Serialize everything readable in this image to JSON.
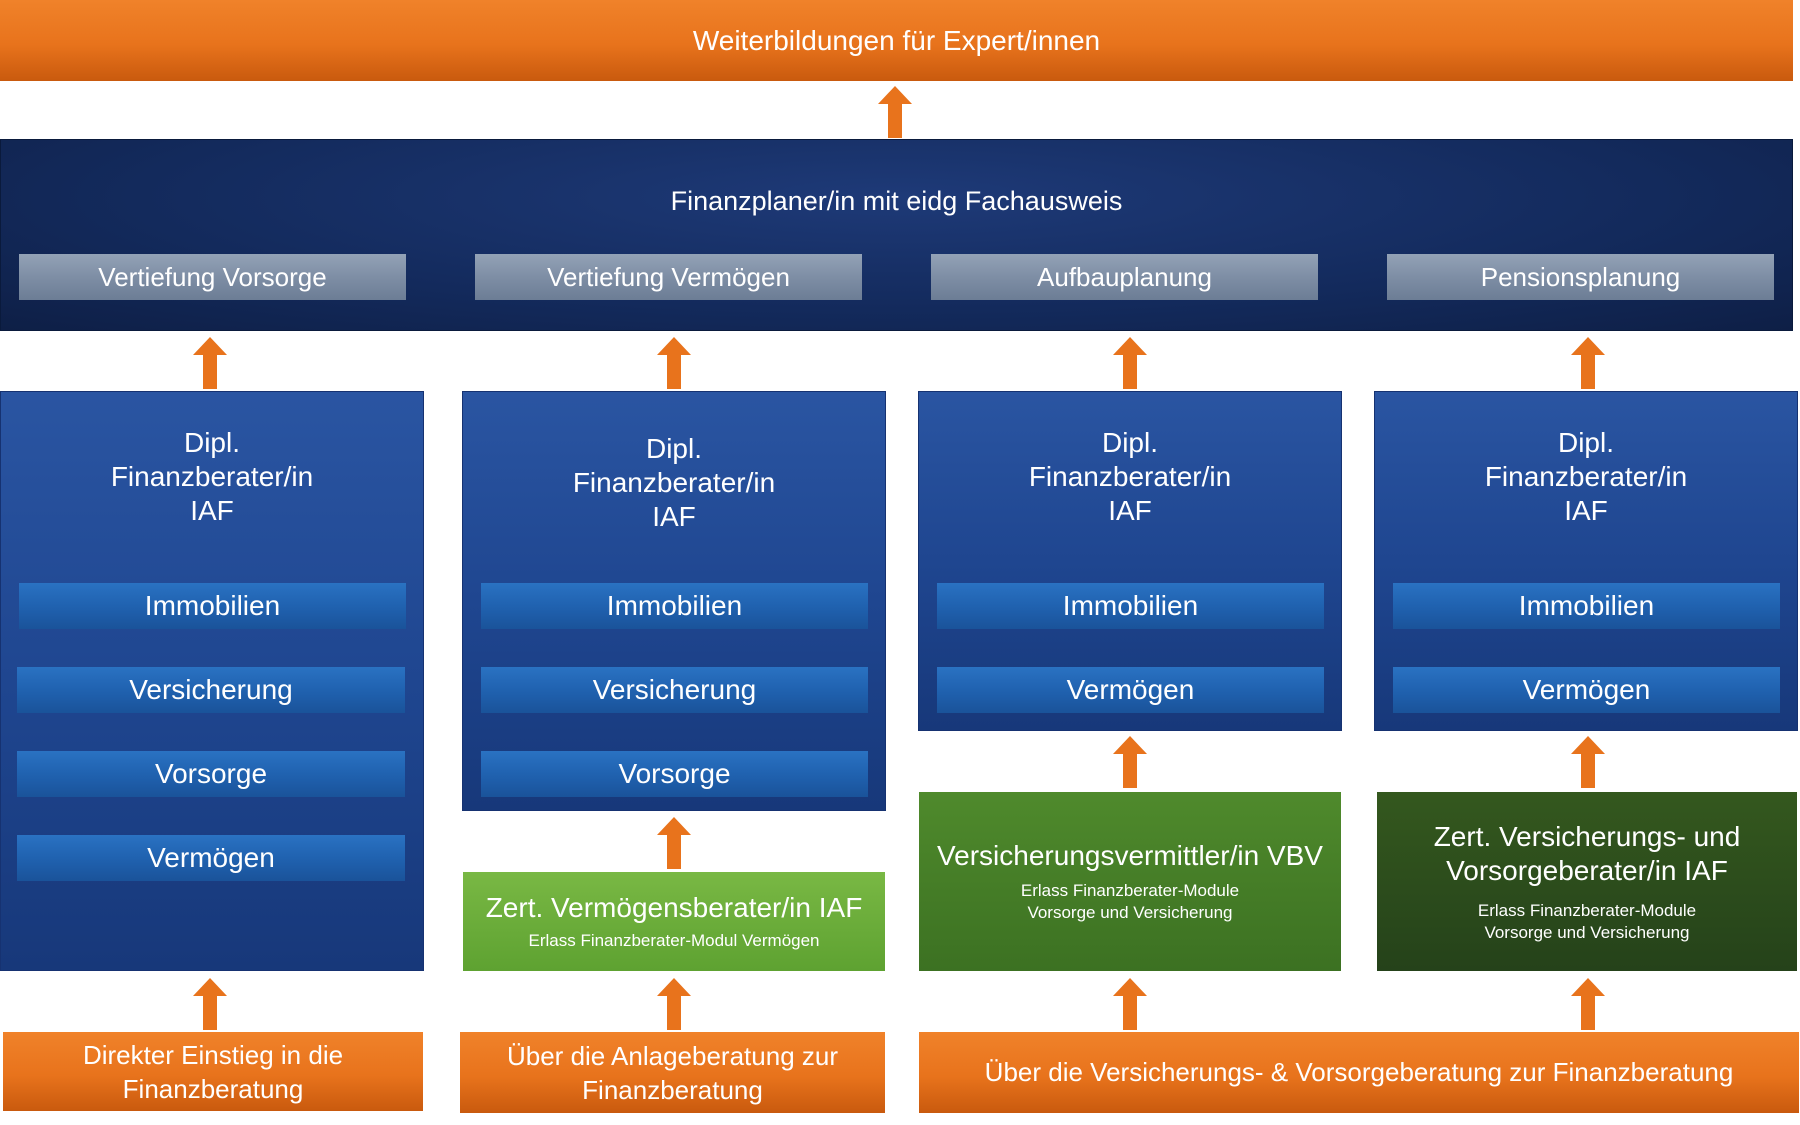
{
  "top": {
    "title": "Weiterbildungen für Expert/innen"
  },
  "planner": {
    "title": "Finanzplaner/in mit eidg Fachausweis",
    "modules": [
      "Vertiefung Vorsorge",
      "Vertiefung Vermögen",
      "Aufbauplanung",
      "Pensionsplanung"
    ]
  },
  "diplomas": [
    {
      "title_lines": [
        "Dipl.",
        "Finanzberater/in",
        "IAF"
      ],
      "modules": [
        "Immobilien",
        "Versicherung",
        "Vorsorge",
        "Vermögen"
      ]
    },
    {
      "title_lines": [
        "Dipl.",
        "Finanzberater/in",
        "IAF"
      ],
      "modules": [
        "Immobilien",
        "Versicherung",
        "Vorsorge"
      ]
    },
    {
      "title_lines": [
        "Dipl.",
        "Finanzberater/in",
        "IAF"
      ],
      "modules": [
        "Immobilien",
        "Vermögen"
      ]
    },
    {
      "title_lines": [
        "Dipl.",
        "Finanzberater/in",
        "IAF"
      ],
      "modules": [
        "Immobilien",
        "Vermögen"
      ]
    }
  ],
  "certificates": [
    {
      "title": "Zert. Vermögensberater/in IAF",
      "note_lines": [
        "Erlass Finanzberater-Modul  Vermögen"
      ]
    },
    {
      "title": "Versicherungsvermittler/in VBV",
      "note_lines": [
        "Erlass Finanzberater-Module",
        "Vorsorge und Versicherung"
      ]
    },
    {
      "title_lines": [
        "Zert. Versicherungs- und",
        "Vorsorgeberater/in IAF"
      ],
      "note_lines": [
        "Erlass Finanzberater-Module",
        "Vorsorge und Versicherung"
      ]
    }
  ],
  "entries": [
    {
      "lines": [
        "Direkter Einstieg in die",
        "Finanzberatung"
      ]
    },
    {
      "lines": [
        "Über die Anlageberatung zur",
        "Finanzberatung"
      ]
    },
    {
      "lines": [
        "Über die Versicherungs- & Vorsorgeberatung zur Finanzberatung"
      ]
    }
  ],
  "colors": {
    "orange": "#e8731c",
    "navy": "#132a5c",
    "blue": "#1f4690",
    "module_blue": "#2062b0",
    "grey": "#7e8ea5",
    "green_light": "#6aad3a",
    "green_mid": "#467d27",
    "green_dark": "#2d4d1c"
  }
}
